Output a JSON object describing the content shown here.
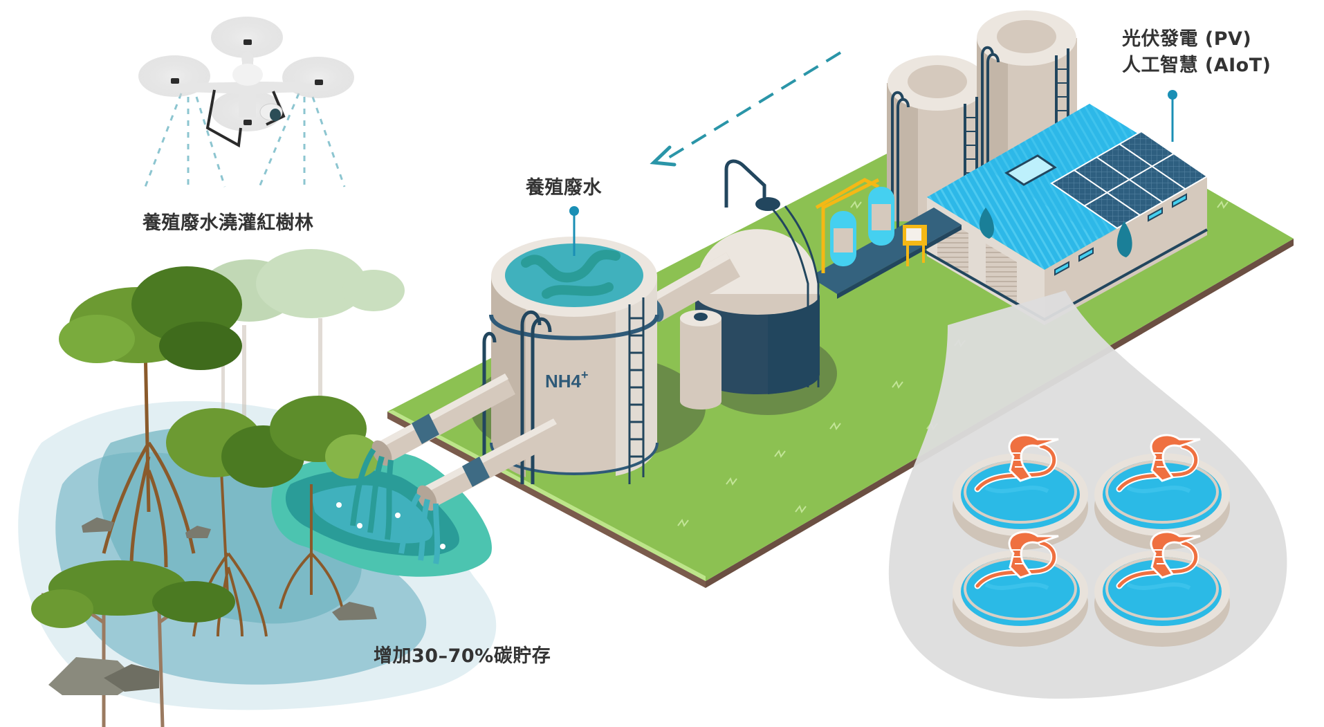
{
  "labels": {
    "drone_irrigation": "養殖廢水澆灌紅樹林",
    "aquaculture_wastewater": "養殖廢水",
    "carbon_storage": "增加30–70%碳貯存",
    "pv_line1": "光伏發電 (PV)",
    "pv_line2": "人工智慧 (AIoT)",
    "tank_chemical": "NH4",
    "tank_chemical_charge": "+"
  },
  "icons": {
    "drone": "drone-icon",
    "solar_panel": "solar-panel-icon",
    "shrimp": "shrimp-icon",
    "water_drop_logo": "water-drop-logo-icon",
    "flow_arrow": "dashed-arrow-icon",
    "mangrove": "mangrove-tree-icon"
  },
  "colors": {
    "text": "#333333",
    "accent_pin": "#1a8fb5",
    "arrow": "#2a95a8",
    "grass": "#8cc152",
    "grass_shadow": "#6a8c48",
    "soil": "#7a5b4c",
    "concrete": "#d5c9bd",
    "concrete_light": "#ece6df",
    "navy": "#22465e",
    "roof_blue": "#2db8e8",
    "solar": "#2e5f80",
    "water_teal": "#3fb0bd",
    "pond_blue": "#2bbae6",
    "shrimp": "#ef7040",
    "zoom_bubble": "#dddddd",
    "pipe_yellow": "#f5b815",
    "canister": "#45d0f0"
  },
  "shrimp_ponds": [
    {
      "id": 1
    },
    {
      "id": 2
    },
    {
      "id": 3
    },
    {
      "id": 4
    }
  ]
}
